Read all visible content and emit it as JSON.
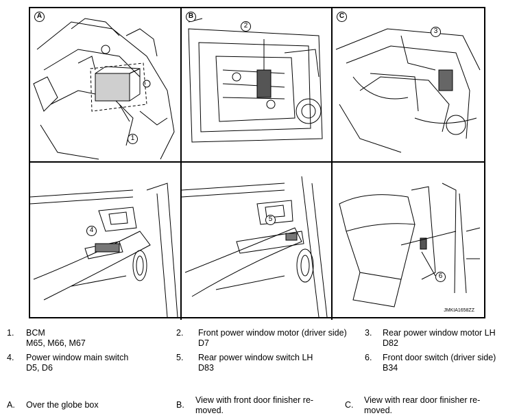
{
  "figure": {
    "panel_letters": [
      "A",
      "B",
      "C"
    ],
    "callouts": [
      "1",
      "2",
      "3",
      "4",
      "5",
      "6"
    ],
    "code": "JMKIA1658ZZ"
  },
  "legend": {
    "items": [
      {
        "num": "1.",
        "line1": "BCM",
        "line2": "M65, M66, M67"
      },
      {
        "num": "2.",
        "line1": "Front power window motor (driver side)",
        "line2": "D7"
      },
      {
        "num": "3.",
        "line1": "Rear power window motor LH",
        "line2": "D82"
      },
      {
        "num": "4.",
        "line1": "Power window main switch",
        "line2": "D5, D6"
      },
      {
        "num": "5.",
        "line1": "Rear power window switch LH",
        "line2": "D83"
      },
      {
        "num": "6.",
        "line1": "Front door switch (driver side)",
        "line2": "B34"
      }
    ],
    "views": [
      {
        "num": "A.",
        "line1": "Over the globe box",
        "line2": ""
      },
      {
        "num": "B.",
        "line1": "View with front door finisher re-",
        "line2": "moved."
      },
      {
        "num": "C.",
        "line1": "View with rear door finisher re-",
        "line2": "moved."
      }
    ]
  }
}
